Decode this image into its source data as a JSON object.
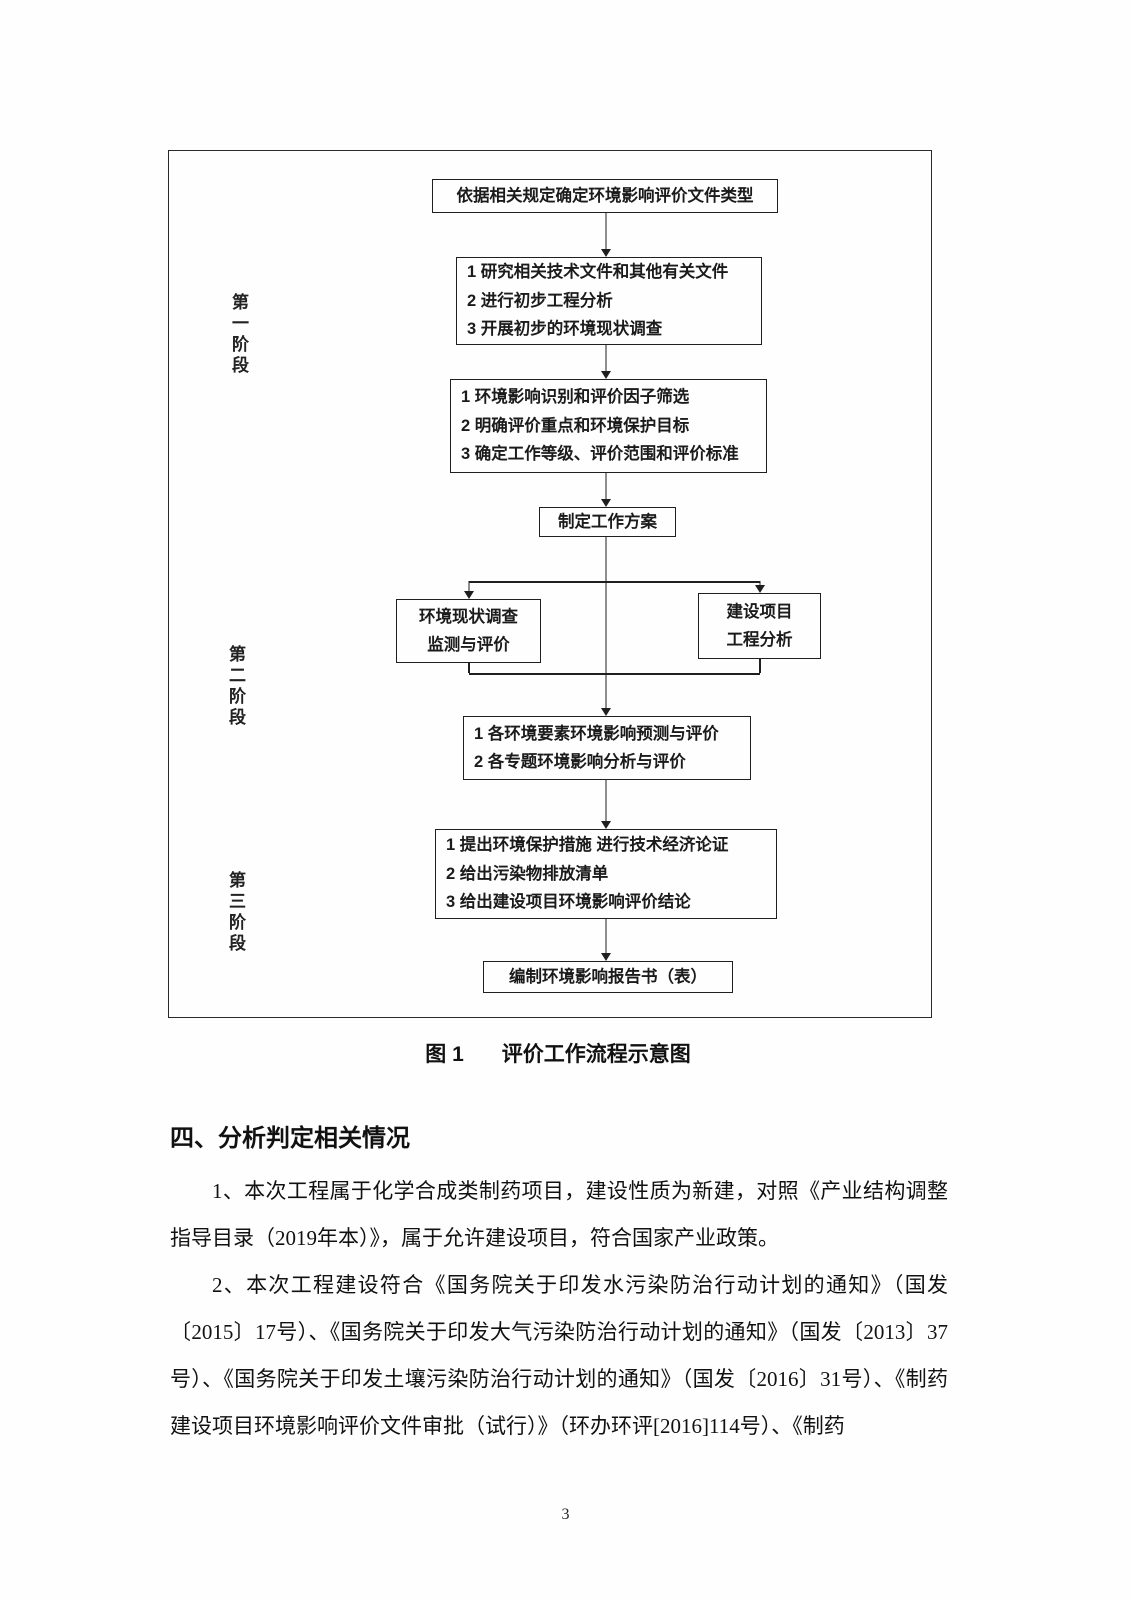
{
  "page": {
    "number": "3"
  },
  "figure": {
    "caption_label": "图 1",
    "caption_title": "评价工作流程示意图",
    "phases": [
      {
        "label": "第一阶段"
      },
      {
        "label": "第二阶段"
      },
      {
        "label": "第三阶段"
      }
    ],
    "nodes": [
      {
        "lines": [
          "依据相关规定确定环境影响评价文件类型"
        ]
      },
      {
        "lines": [
          "1 研究相关技术文件和其他有关文件",
          "2 进行初步工程分析",
          "3 开展初步的环境现状调查"
        ]
      },
      {
        "lines": [
          "1 环境影响识别和评价因子筛选",
          "2 明确评价重点和环境保护目标",
          "3 确定工作等级、评价范围和评价标准"
        ]
      },
      {
        "lines": [
          "制定工作方案"
        ]
      },
      {
        "lines": [
          "环境现状调查",
          "监测与评价"
        ]
      },
      {
        "lines": [
          "建设项目",
          "工程分析"
        ]
      },
      {
        "lines": [
          "1 各环境要素环境影响预测与评价",
          "2 各专题环境影响分析与评价"
        ]
      },
      {
        "lines": [
          "1 提出环境保护措施  进行技术经济论证",
          "2 给出污染物排放清单",
          "3 给出建设项目环境影响评价结论"
        ]
      },
      {
        "lines": [
          "编制环境影响报告书（表）"
        ]
      }
    ]
  },
  "section": {
    "heading": "四、分析判定相关情况",
    "paragraphs": [
      "1、本次工程属于化学合成类制药项目，建设性质为新建，对照《产业结构调整指导目录（2019年本）》，属于允许建设项目，符合国家产业政策。",
      "2、本次工程建设符合《国务院关于印发水污染防治行动计划的通知》（国发〔2015〕17号）、《国务院关于印发大气污染防治行动计划的通知》（国发〔2013〕37号）、《国务院关于印发土壤污染防治行动计划的通知》（国发〔2016〕31号）、《制药建设项目环境影响评价文件审批（试行）》（环办环评[2016]114号）、《制药"
    ]
  }
}
